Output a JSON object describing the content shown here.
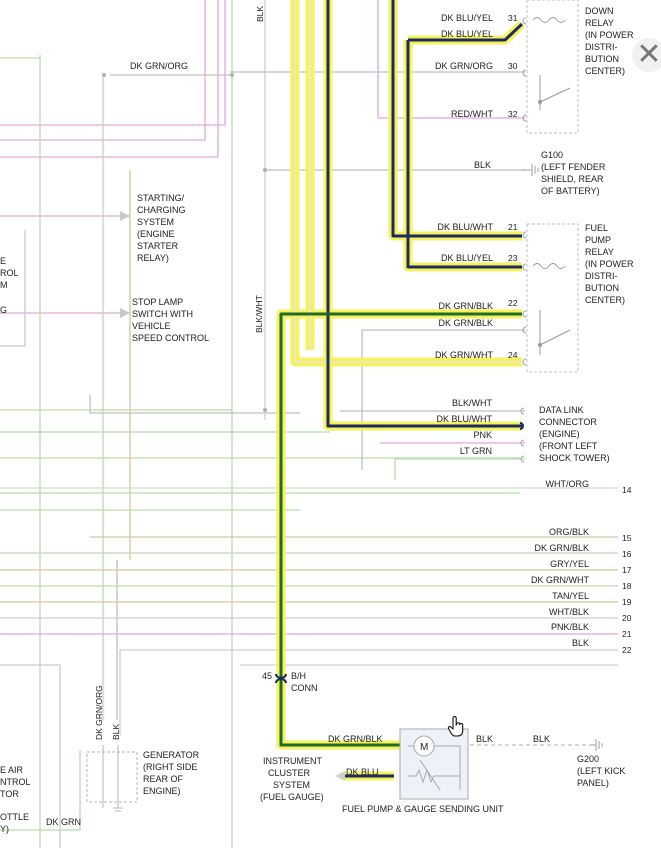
{
  "colors": {
    "highlight": "#f6f25a",
    "wire_dark": "#1b2a63",
    "wire_green": "#1f6b2c",
    "pink": "#e4a7df",
    "green_light": "#b8dcae",
    "tan": "#d9c39a",
    "gray": "#bfbfbf"
  },
  "labels": {
    "left_blk": "BLK",
    "blk_wht_vertical": "BLK/WHT",
    "dk_grn_org_top": "DK GRN/ORG",
    "starting": [
      "STARTING/",
      "CHARGING",
      "SYSTEM",
      "(ENGINE",
      "STARTER",
      "RELAY)"
    ],
    "stop_lamp": [
      "STOP LAMP",
      "SWITCH WITH",
      "VEHICLE",
      "SPEED CONTROL"
    ],
    "left_cut_1": [
      "E",
      "ROL",
      "M"
    ],
    "left_cut_2": [
      "G"
    ],
    "dk_grn_org_vert": "DK GRN/ORG",
    "blk_vert": "BLK",
    "generator": [
      "GENERATOR",
      "(RIGHT SIDE",
      "REAR OF",
      "ENGINE)"
    ],
    "left_bottom": [
      "E AIR",
      "NTROL",
      "TOR"
    ],
    "ottle": "OTTLE",
    "y_cut": "Y)",
    "dk_grn_bottom": "DK GRN",
    "bh_pin": "45",
    "bh_conn": [
      "B/H",
      "CONN"
    ],
    "instrument_cluster": [
      "INSTRUMENT",
      "CLUSTER",
      "SYSTEM",
      "(FUEL GAUGE)"
    ],
    "dk_grn_blk_bottom": "DK GRN/BLK",
    "dk_blu_bottom": "DK BLU",
    "motor_symbol": "M",
    "blk_right_1": "BLK",
    "blk_right_2": "BLK",
    "fuel_pump_sending": "FUEL PUMP & GAUGE SENDING UNIT",
    "g200": [
      "G200",
      "(LEFT KICK",
      "PANEL)"
    ],
    "close_symbol": "✕"
  },
  "pcm_relay": {
    "description": [
      "DOWN",
      "RELAY",
      "(IN POWER",
      "DISTRI-",
      "BUTION",
      "CENTER)"
    ],
    "wires": [
      {
        "color": "DK BLU/YEL",
        "pin": "31"
      },
      {
        "color": "DK BLU/YEL",
        "pin": ""
      },
      {
        "color": "DK GRN/ORG",
        "pin": "30"
      },
      {
        "color": "RED/WHT",
        "pin": "32"
      }
    ]
  },
  "g100": {
    "wire": "BLK",
    "description": [
      "G100",
      "(LEFT FENDER",
      "SHIELD, REAR",
      "OF BATTERY)"
    ]
  },
  "fuel_pump_relay": {
    "description": [
      "FUEL",
      "PUMP",
      "RELAY",
      "(IN POWER",
      "DISTRI-",
      "BUTION",
      "CENTER)"
    ],
    "wires": [
      {
        "color": "DK BLU/WHT",
        "pin": "21"
      },
      {
        "color": "DK BLU/YEL",
        "pin": "23"
      },
      {
        "color": "DK GRN/BLK",
        "pin": "22"
      },
      {
        "color": "DK GRN/BLK",
        "pin": ""
      },
      {
        "color": "DK GRN/WHT",
        "pin": "24"
      }
    ]
  },
  "data_link": {
    "description": [
      "DATA LINK",
      "CONNECTOR",
      "(ENGINE)",
      "(FRONT LEFT",
      "SHOCK TOWER)"
    ],
    "wires": [
      "BLK/WHT",
      "DK BLU/WHT",
      "PNK",
      "LT GRN"
    ]
  },
  "bus_wires": [
    {
      "color": "WHT/ORG",
      "pin": "14"
    },
    {
      "color": "ORG/BLK",
      "pin": "15"
    },
    {
      "color": "DK GRN/BLK",
      "pin": "16"
    },
    {
      "color": "GRY/YEL",
      "pin": "17"
    },
    {
      "color": "DK GRN/WHT",
      "pin": "18"
    },
    {
      "color": "TAN/YEL",
      "pin": "19"
    },
    {
      "color": "WHT/BLK",
      "pin": "20"
    },
    {
      "color": "PNK/BLK",
      "pin": "21"
    },
    {
      "color": "BLK",
      "pin": "22"
    }
  ]
}
